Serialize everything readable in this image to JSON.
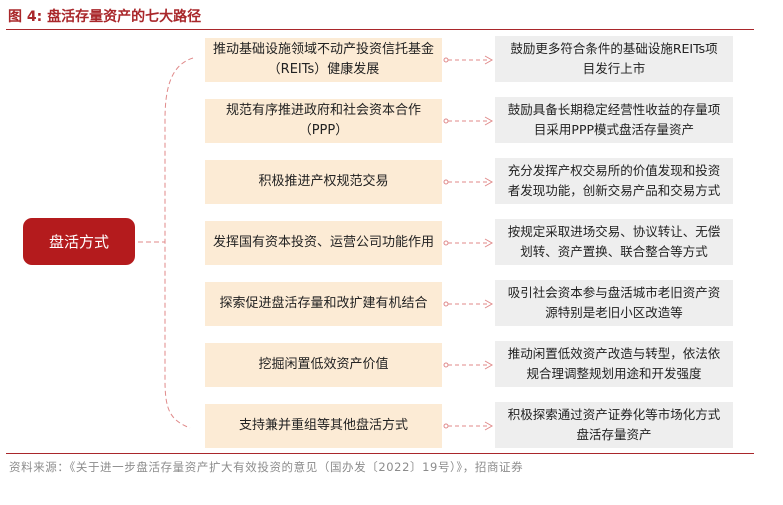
{
  "figure": {
    "title": "图 4:  盘活存量资产的七大路径",
    "source": "资料来源：《关于进一步盘活存量资产扩大有效投资的意见（国办发〔2022〕19号）》，招商证券"
  },
  "root": {
    "label": "盘活方式"
  },
  "paths": [
    {
      "title": "推动基础设施领域不动产投资信托基金（REITs）健康发展",
      "title_lines": [
        "推动基础设施领域不动产投资信托基金",
        "（REITs）健康发展"
      ],
      "detail": "鼓励更多符合条件的基础设施REITs项目发行上市",
      "detail_lines": [
        "鼓励更多符合条件的基础设施REITs项",
        "目发行上市"
      ]
    },
    {
      "title": "规范有序推进政府和社会资本合作（PPP）",
      "title_lines": [
        "规范有序推进政府和社会资本合作",
        "（PPP）"
      ],
      "detail": "鼓励具备长期稳定经营性收益的存量项目采用PPP模式盘活存量资产",
      "detail_lines": [
        "鼓励具备长期稳定经营性收益的存量项",
        "目采用PPP模式盘活存量资产"
      ]
    },
    {
      "title": "积极推进产权规范交易",
      "title_lines": [
        "积极推进产权规范交易"
      ],
      "detail": "充分发挥产权交易所的价值发现和投资者发现功能，创新交易产品和交易方式",
      "detail_lines": [
        "充分发挥产权交易所的价值发现和投资",
        "者发现功能，创新交易产品和交易方式"
      ]
    },
    {
      "title": "发挥国有资本投资、运营公司功能作用",
      "title_lines": [
        "发挥国有资本投资、运营公司功能作用"
      ],
      "detail": "按规定采取进场交易、协议转让、无偿划转、资产置换、联合整合等方式",
      "detail_lines": [
        "按规定采取进场交易、协议转让、无偿",
        "划转、资产置换、联合整合等方式"
      ]
    },
    {
      "title": "探索促进盘活存量和改扩建有机结合",
      "title_lines": [
        "探索促进盘活存量和改扩建有机结合"
      ],
      "detail": "吸引社会资本参与盘活城市老旧资产资源特别是老旧小区改造等",
      "detail_lines": [
        "吸引社会资本参与盘活城市老旧资产资",
        "源特别是老旧小区改造等"
      ]
    },
    {
      "title": "挖掘闲置低效资产价值",
      "title_lines": [
        "挖掘闲置低效资产价值"
      ],
      "detail": "推动闲置低效资产改造与转型，依法依规合理调整规划用途和开发强度",
      "detail_lines": [
        "推动闲置低效资产改造与转型，依法依",
        "规合理调整规划用途和开发强度"
      ]
    },
    {
      "title": "支持兼并重组等其他盘活方式",
      "title_lines": [
        "支持兼并重组等其他盘活方式"
      ],
      "detail": "积极探索通过资产证券化等市场化方式盘活存量资产",
      "detail_lines": [
        "积极探索通过资产证券化等市场化方式",
        "盘活存量资产"
      ]
    }
  ],
  "colors": {
    "accent": "#a9272b",
    "root_fill": "#b41b1d",
    "path_fill": "#fcebd5",
    "detail_fill": "#eeeeee",
    "connector": "#e08a8a"
  }
}
